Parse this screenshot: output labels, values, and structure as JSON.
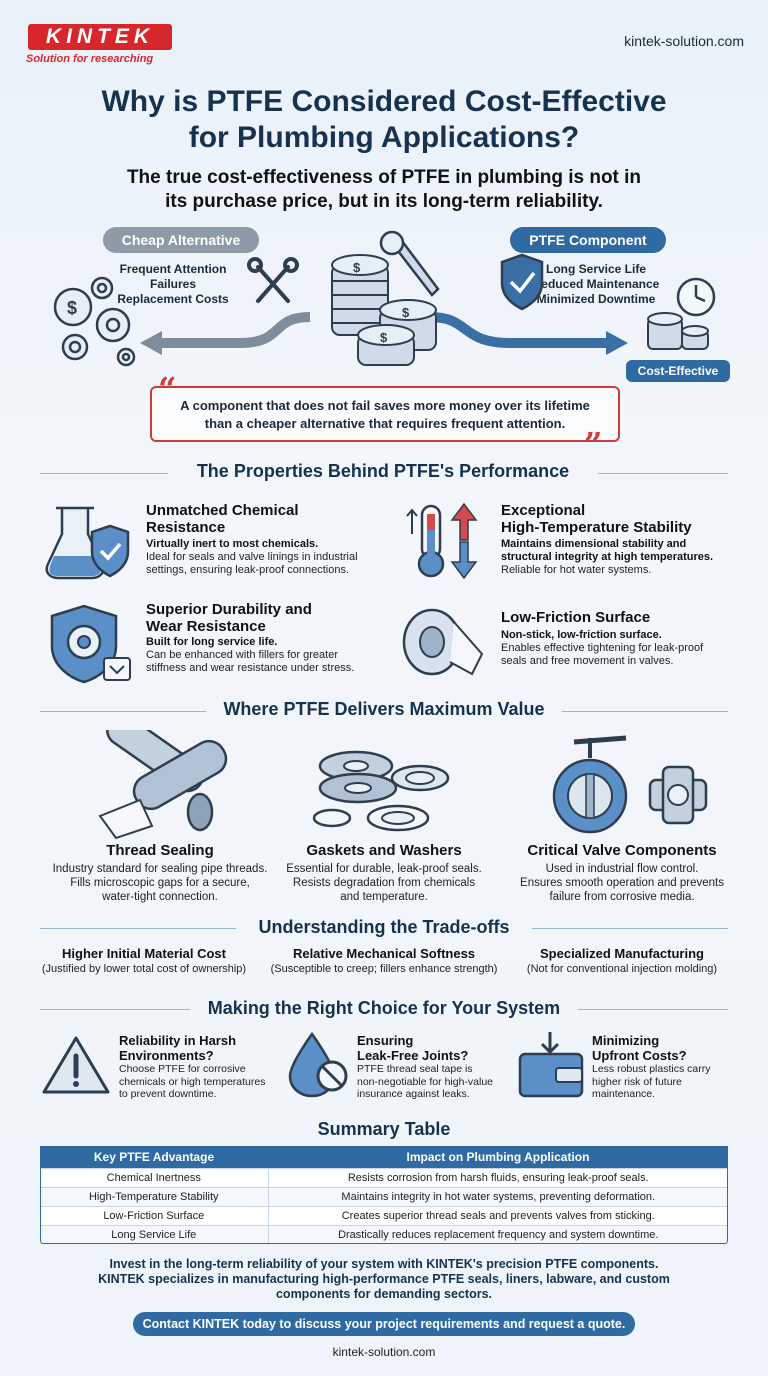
{
  "header": {
    "logo": "KINTEK",
    "tagline": "Solution for researching",
    "site": "kintek-solution.com"
  },
  "title_line1": "Why is PTFE Considered Cost-Effective",
  "title_line2": "for Plumbing Applications?",
  "subtitle_line1": "The true cost-effectiveness of PTFE in plumbing is not in",
  "subtitle_line2": "its purchase price, but in its long-term reliability.",
  "comparison": {
    "left_label": "Cheap Alternative",
    "left_items": [
      "Frequent Attention",
      "Failures",
      "Replacement Costs"
    ],
    "right_label": "PTFE Component",
    "right_items": [
      "Long Service Life",
      "Reduced Maintenance",
      "Minimized Downtime"
    ],
    "result_label": "Cost-Effective"
  },
  "quote": {
    "line1": "A component that does not fail saves more money over its lifetime",
    "line2": "than a cheaper alternative that requires frequent attention."
  },
  "properties": {
    "heading": "The Properties Behind PTFE's Performance",
    "items": [
      {
        "title1": "Unmatched Chemical",
        "title2": "Resistance",
        "lead": "Virtually inert to most chemicals.",
        "text1": "Ideal for seals and valve linings in industrial",
        "text2": "settings, ensuring leak-proof connections.",
        "text3": ""
      },
      {
        "title1": "Exceptional",
        "title2": "High-Temperature Stability",
        "lead": "Maintains dimensional stability and",
        "text1": "structural integrity at high temperatures.",
        "text2": "Reliable for hot water systems.",
        "text3": ""
      },
      {
        "title1": "Superior Durability and",
        "title2": "Wear Resistance",
        "lead": "Built for long service life.",
        "text1": "Can be enhanced with fillers for greater",
        "text2": "stiffness and wear resistance under stress.",
        "text3": ""
      },
      {
        "title1": "Low-Friction Surface",
        "title2": "",
        "lead": "Non-stick, low-friction surface.",
        "text1": "Enables effective tightening for leak-proof",
        "text2": "seals and free movement in valves.",
        "text3": ""
      }
    ]
  },
  "applications": {
    "heading": "Where PTFE Delivers Maximum Value",
    "items": [
      {
        "title": "Thread Sealing",
        "l1": "Industry standard for sealing pipe threads.",
        "l2": "Fills microscopic gaps for a secure,",
        "l3": "water-tight connection."
      },
      {
        "title": "Gaskets and Washers",
        "l1": "Essential for durable, leak-proof seals.",
        "l2": "Resists degradation from chemicals",
        "l3": "and temperature."
      },
      {
        "title": "Critical Valve Components",
        "l1": "Used in industrial flow control.",
        "l2": "Ensures smooth operation and prevents",
        "l3": "failure from corrosive media."
      }
    ]
  },
  "tradeoffs": {
    "heading": "Understanding the Trade-offs",
    "items": [
      {
        "title": "Higher Initial Material Cost",
        "sub": "(Justified by lower total cost of ownership)"
      },
      {
        "title": "Relative Mechanical Softness",
        "sub": "(Susceptible to creep; fillers enhance strength)"
      },
      {
        "title": "Specialized Manufacturing",
        "sub": "(Not for conventional injection molding)"
      }
    ]
  },
  "choice": {
    "heading": "Making the Right Choice for Your System",
    "items": [
      {
        "t1": "Reliability in Harsh",
        "t2": "Environments?",
        "l1": "Choose PTFE for corrosive",
        "l2": "chemicals or high temperatures",
        "l3": "to prevent downtime."
      },
      {
        "t1": "Ensuring",
        "t2": "Leak-Free Joints?",
        "l1": "PTFE thread seal tape is",
        "l2": "non-negotiable for high-value",
        "l3": "insurance against leaks."
      },
      {
        "t1": "Minimizing",
        "t2": "Upfront Costs?",
        "l1": "Less robust plastics carry",
        "l2": "higher risk of future",
        "l3": "maintenance."
      }
    ]
  },
  "summary": {
    "heading": "Summary Table",
    "col1": "Key PTFE Advantage",
    "col2": "Impact on Plumbing Application",
    "rows": [
      [
        "Chemical Inertness",
        "Resists corrosion from harsh fluids, ensuring leak-proof seals."
      ],
      [
        "High-Temperature Stability",
        "Maintains integrity in hot water systems, preventing deformation."
      ],
      [
        "Low-Friction Surface",
        "Creates superior thread seals and prevents valves from sticking."
      ],
      [
        "Long Service Life",
        "Drastically reduces replacement frequency and system downtime."
      ]
    ]
  },
  "footer": {
    "line1": "Invest in the long-term reliability of your system with KINTEK's precision PTFE components.",
    "line2": "KINTEK specializes in manufacturing high-performance PTFE seals, liners, labware, and custom",
    "line3": "components for demanding sectors.",
    "cta": "Contact KINTEK today to discuss your project requirements and request a quote.",
    "site": "kintek-solution.com"
  },
  "colors": {
    "brand_red": "#d8262d",
    "navy": "#16324f",
    "accent_blue": "#2f6aa3",
    "neutral_grey": "#8e9aa8"
  }
}
